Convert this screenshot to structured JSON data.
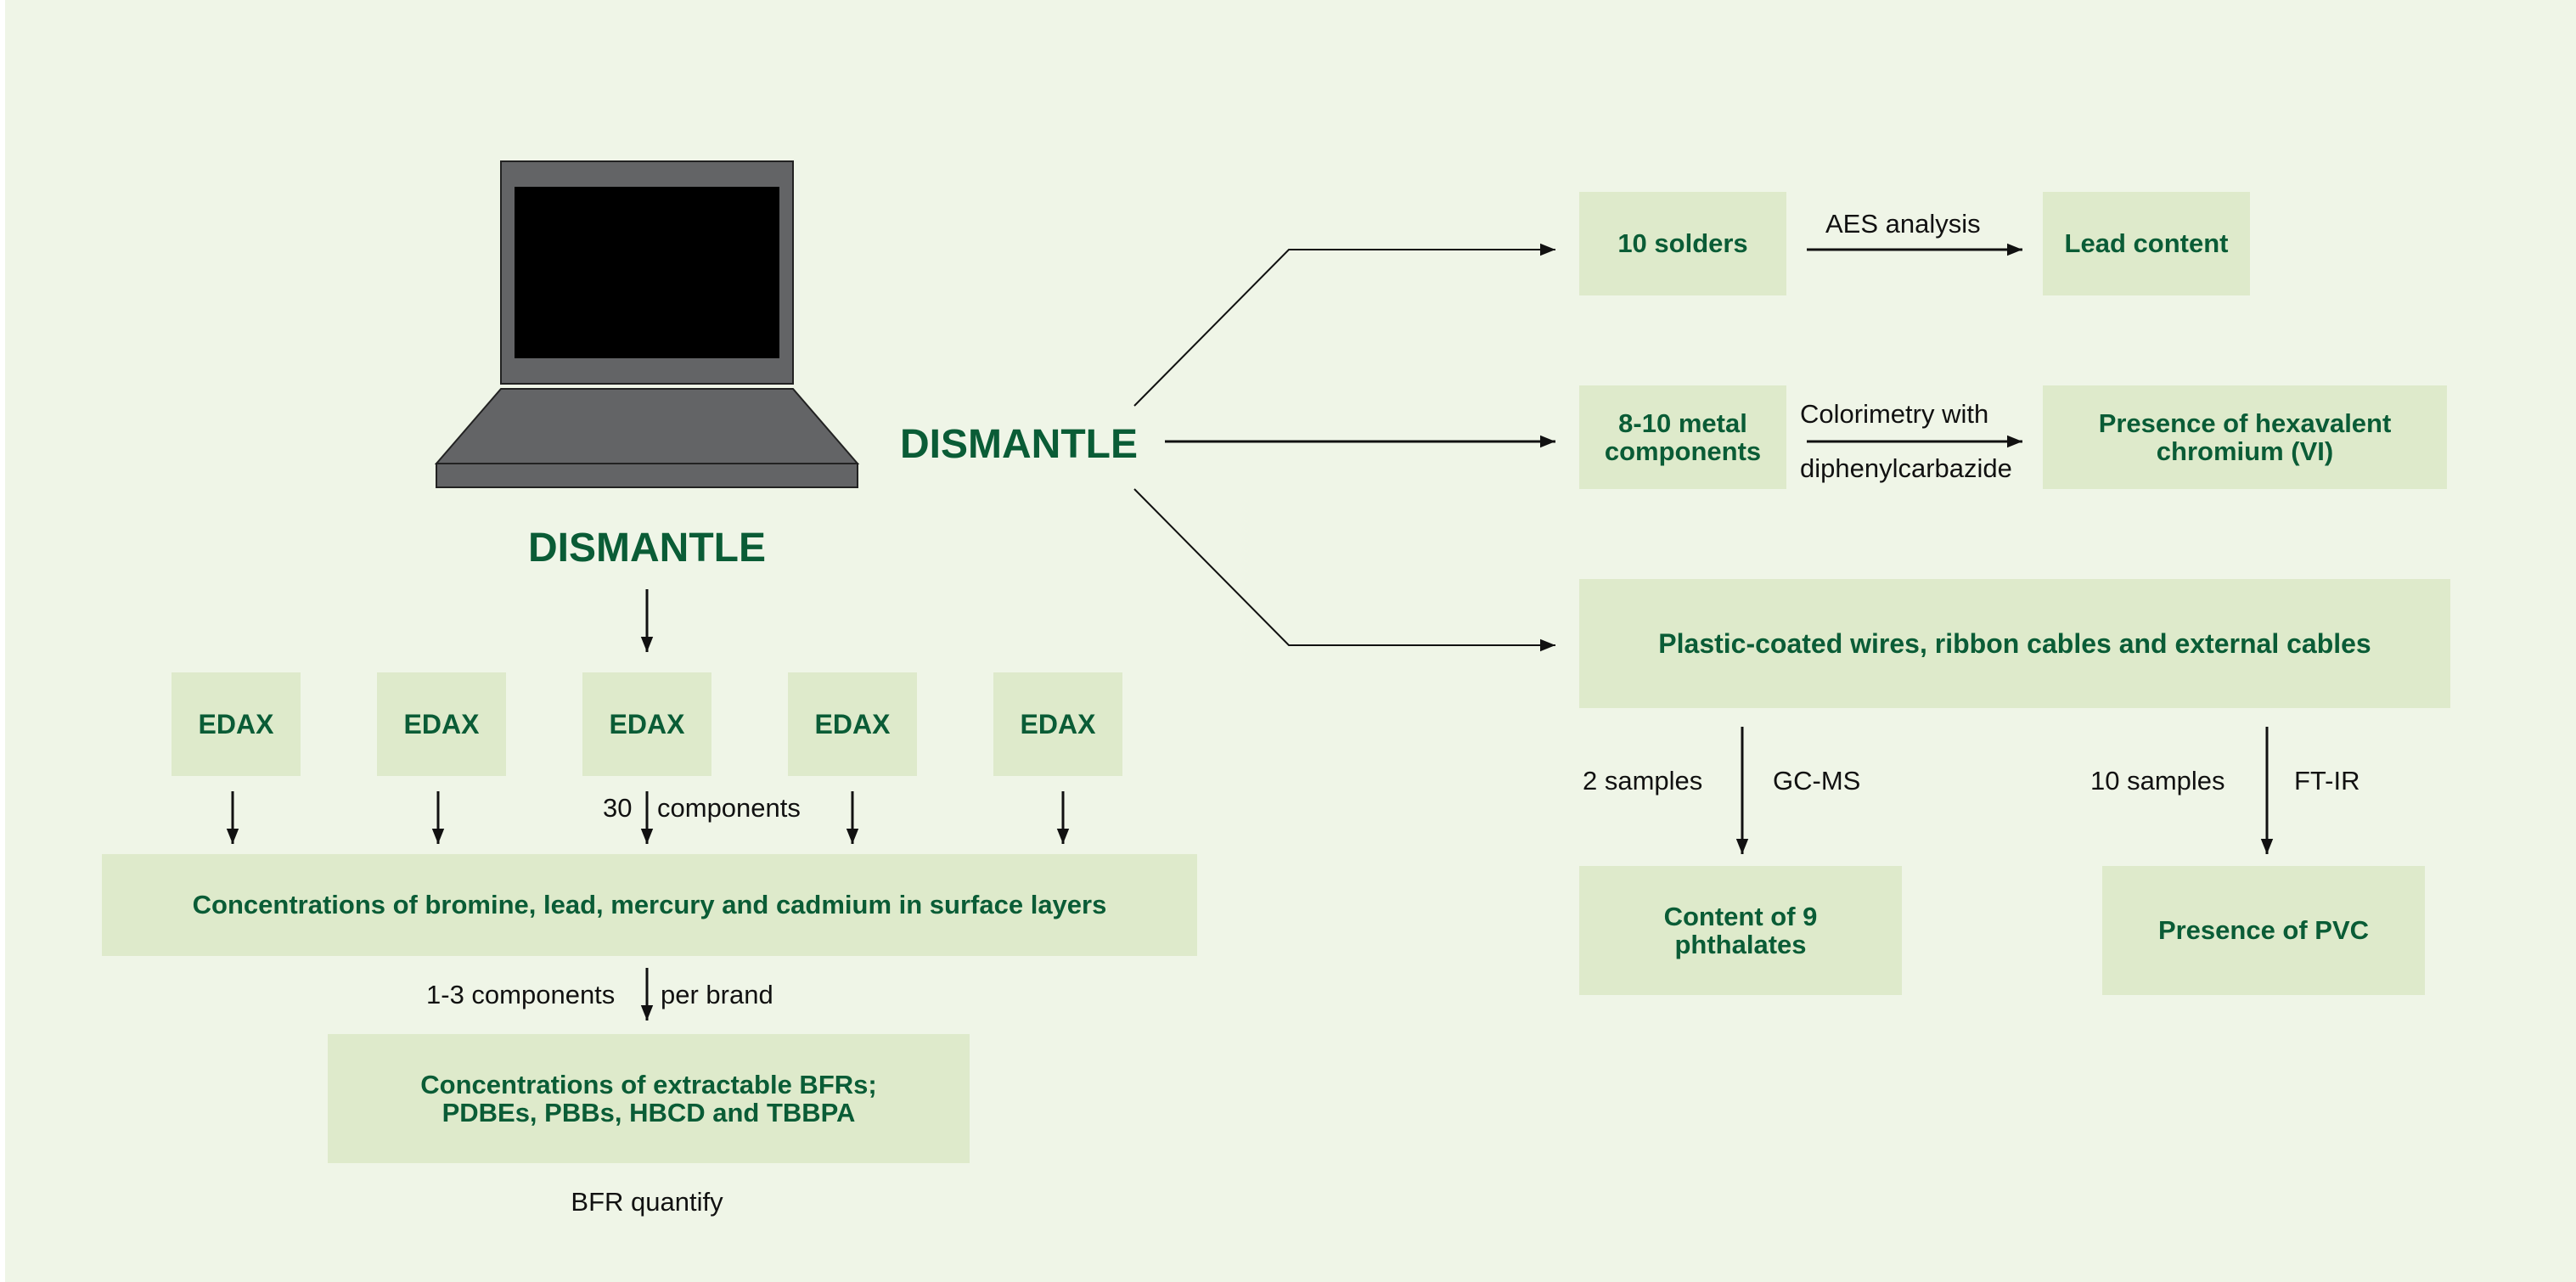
{
  "colors": {
    "background": "#eff5e7",
    "box_fill": "#deeacb",
    "box_text": "#0a5c36",
    "arrow": "#111111",
    "laptop_body": "#636466",
    "laptop_screen": "#000000"
  },
  "left_branch": {
    "laptop_icon": "laptop-icon",
    "dismantle_label": "DISMANTLE",
    "edax_boxes": [
      "EDAX",
      "EDAX",
      "EDAX",
      "EDAX",
      "EDAX"
    ],
    "components_count": "30",
    "components_word": "components",
    "surface_box": "Concentrations of bromine, lead, mercury and cadmium in surface layers",
    "per_brand_left": "1-3 components",
    "per_brand_right": "per brand",
    "bfr_box_line1": "Concentrations of extractable BFRs;",
    "bfr_box_line2": "PDBEs, PBBs, HBCD and TBBPA",
    "bfr_caption": "BFR quantify"
  },
  "right_branch": {
    "dismantle_label": "DISMANTLE",
    "solders_box": "10 solders",
    "aes_label": "AES analysis",
    "lead_box": "Lead content",
    "metal_box_line1": "8-10 metal",
    "metal_box_line2": "components",
    "colorimetry_line1": "Colorimetry with",
    "colorimetry_line2": "diphenylcarbazide",
    "chromium_box_line1": "Presence of hexavalent",
    "chromium_box_line2": "chromium (VI)",
    "wires_box": "Plastic-coated wires, ribbon cables and external cables",
    "gcms_samples": "2 samples",
    "gcms_method": "GC-MS",
    "ftir_samples": "10 samples",
    "ftir_method": "FT-IR",
    "phthalates_line1": "Content of 9",
    "phthalates_line2": "phthalates",
    "pvc_box": "Presence of PVC"
  }
}
